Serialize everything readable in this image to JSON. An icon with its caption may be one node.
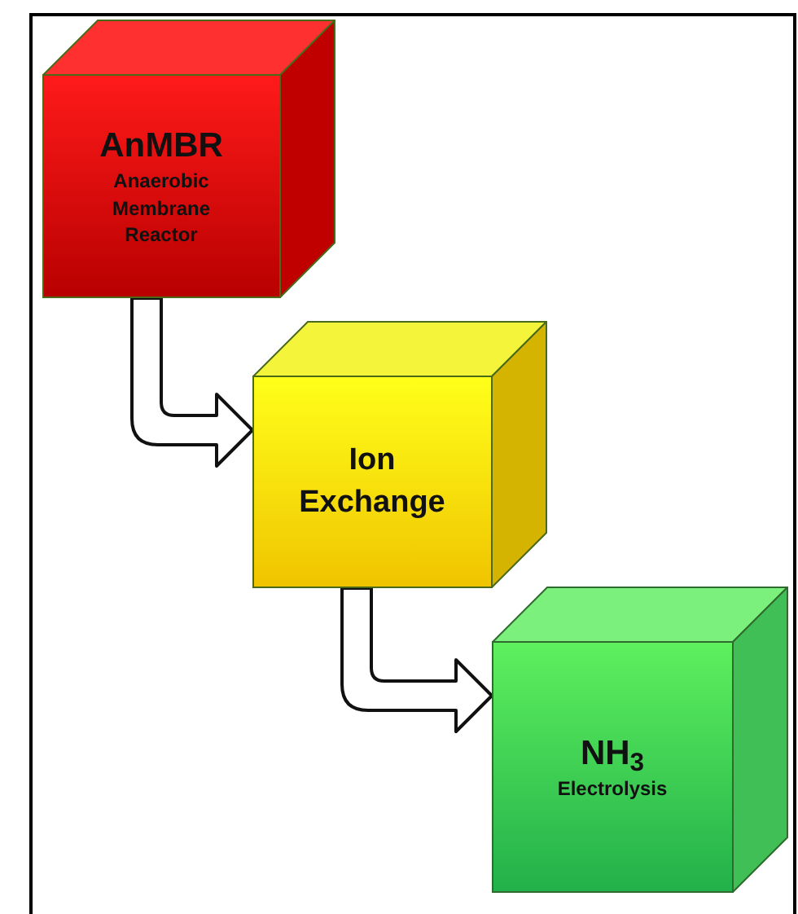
{
  "diagram": {
    "nodes": [
      {
        "text": [
          "AnMBR",
          "Anaerobic Membrane Reactor"
        ]
      },
      {
        "text": [
          "Ion Exchange"
        ]
      },
      {
        "text": [
          "NH$_{3}$",
          "Electrolysis"
        ]
      }
    ],
    "edges": [
      {
        "from": 0,
        "to": 1,
        "arrow": "to"
      },
      {
        "from": 1,
        "to": 2,
        "arrow": "to"
      }
    ]
  }
}
